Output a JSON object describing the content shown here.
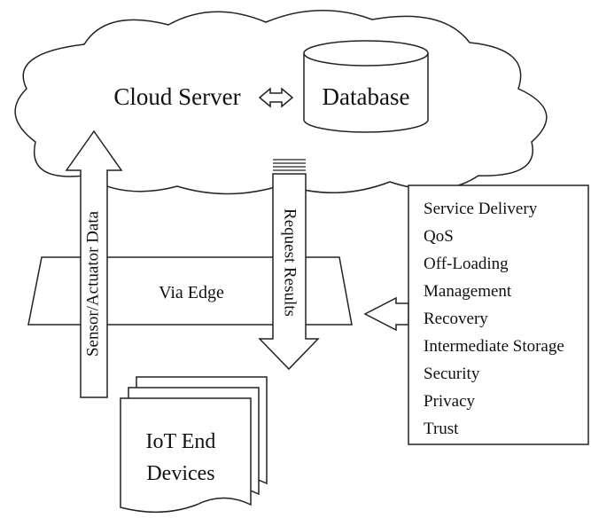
{
  "cloud": {
    "server_label": "Cloud Server",
    "database_label": "Database"
  },
  "edge": {
    "label": "Via Edge"
  },
  "arrows": {
    "up_label": "Sensor/Actuator Data",
    "down_label": "Request Results"
  },
  "devices": {
    "line1": "IoT End",
    "line2": "Devices"
  },
  "services": {
    "items": [
      "Service Delivery",
      "QoS",
      "Off-Loading",
      "Management",
      "Recovery",
      "Intermediate Storage",
      "Security",
      "Privacy",
      "Trust"
    ]
  }
}
